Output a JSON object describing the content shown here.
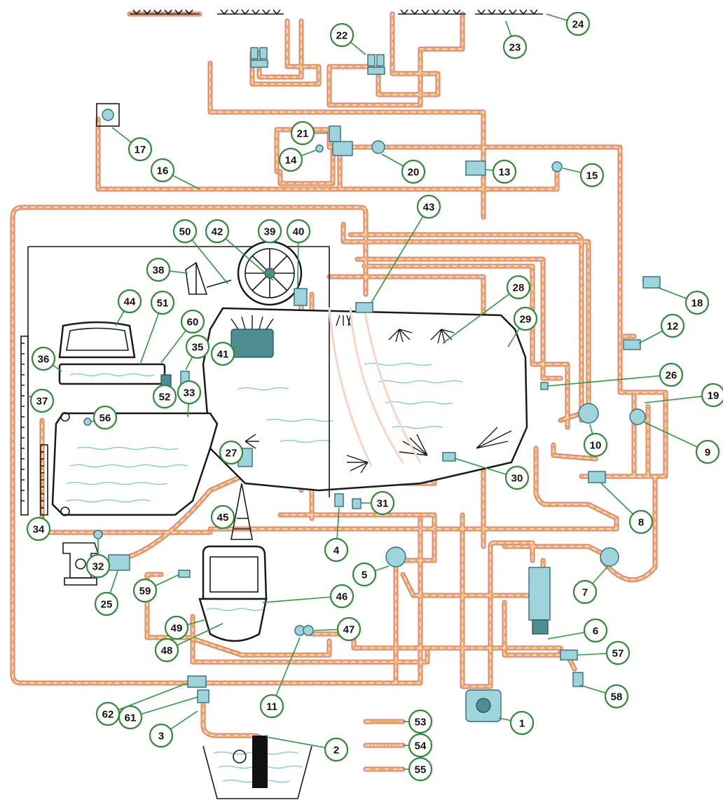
{
  "callouts": [
    {
      "id": "1",
      "label": "1"
    },
    {
      "id": "2",
      "label": "2"
    },
    {
      "id": "3",
      "label": "3"
    },
    {
      "id": "4",
      "label": "4"
    },
    {
      "id": "5",
      "label": "5"
    },
    {
      "id": "6",
      "label": "6"
    },
    {
      "id": "7",
      "label": "7"
    },
    {
      "id": "8",
      "label": "8"
    },
    {
      "id": "9",
      "label": "9"
    },
    {
      "id": "10",
      "label": "10"
    },
    {
      "id": "11",
      "label": "11"
    },
    {
      "id": "12",
      "label": "12"
    },
    {
      "id": "13",
      "label": "13"
    },
    {
      "id": "14",
      "label": "14"
    },
    {
      "id": "15",
      "label": "15"
    },
    {
      "id": "16",
      "label": "16"
    },
    {
      "id": "17",
      "label": "17"
    },
    {
      "id": "18",
      "label": "18"
    },
    {
      "id": "19",
      "label": "19"
    },
    {
      "id": "20",
      "label": "20"
    },
    {
      "id": "21",
      "label": "21"
    },
    {
      "id": "22",
      "label": "22"
    },
    {
      "id": "23",
      "label": "23"
    },
    {
      "id": "24",
      "label": "24"
    },
    {
      "id": "25",
      "label": "25"
    },
    {
      "id": "26",
      "label": "26"
    },
    {
      "id": "27",
      "label": "27"
    },
    {
      "id": "28",
      "label": "28"
    },
    {
      "id": "29",
      "label": "29"
    },
    {
      "id": "30",
      "label": "30"
    },
    {
      "id": "31",
      "label": "31"
    },
    {
      "id": "32",
      "label": "32"
    },
    {
      "id": "33",
      "label": "33"
    },
    {
      "id": "34",
      "label": "34"
    },
    {
      "id": "35",
      "label": "35"
    },
    {
      "id": "36",
      "label": "36"
    },
    {
      "id": "37",
      "label": "37"
    },
    {
      "id": "38",
      "label": "38"
    },
    {
      "id": "39",
      "label": "39"
    },
    {
      "id": "40",
      "label": "40"
    },
    {
      "id": "41",
      "label": "41"
    },
    {
      "id": "42",
      "label": "42"
    },
    {
      "id": "43",
      "label": "43"
    },
    {
      "id": "44",
      "label": "44"
    },
    {
      "id": "45",
      "label": "45"
    },
    {
      "id": "46",
      "label": "46"
    },
    {
      "id": "47",
      "label": "47"
    },
    {
      "id": "48",
      "label": "48"
    },
    {
      "id": "49",
      "label": "49"
    },
    {
      "id": "50",
      "label": "50"
    },
    {
      "id": "51",
      "label": "51"
    },
    {
      "id": "52",
      "label": "52"
    },
    {
      "id": "53",
      "label": "53"
    },
    {
      "id": "54",
      "label": "54"
    },
    {
      "id": "55",
      "label": "55"
    },
    {
      "id": "56",
      "label": "56"
    },
    {
      "id": "57",
      "label": "57"
    },
    {
      "id": "58",
      "label": "58"
    },
    {
      "id": "59",
      "label": "59"
    },
    {
      "id": "60",
      "label": "60"
    },
    {
      "id": "61",
      "label": "61"
    },
    {
      "id": "62",
      "label": "62"
    }
  ],
  "legend": [
    {
      "id": "53",
      "label": "53",
      "style": "solid"
    },
    {
      "id": "54",
      "label": "54",
      "style": "dotted"
    },
    {
      "id": "55",
      "label": "55",
      "style": "dashed"
    }
  ],
  "colors": {
    "pipe": "#e0846a",
    "flow": "#f2b01e",
    "callout_ring": "#2f8a3a",
    "component": "#9fd4dc",
    "water": "#7cc6d8"
  }
}
